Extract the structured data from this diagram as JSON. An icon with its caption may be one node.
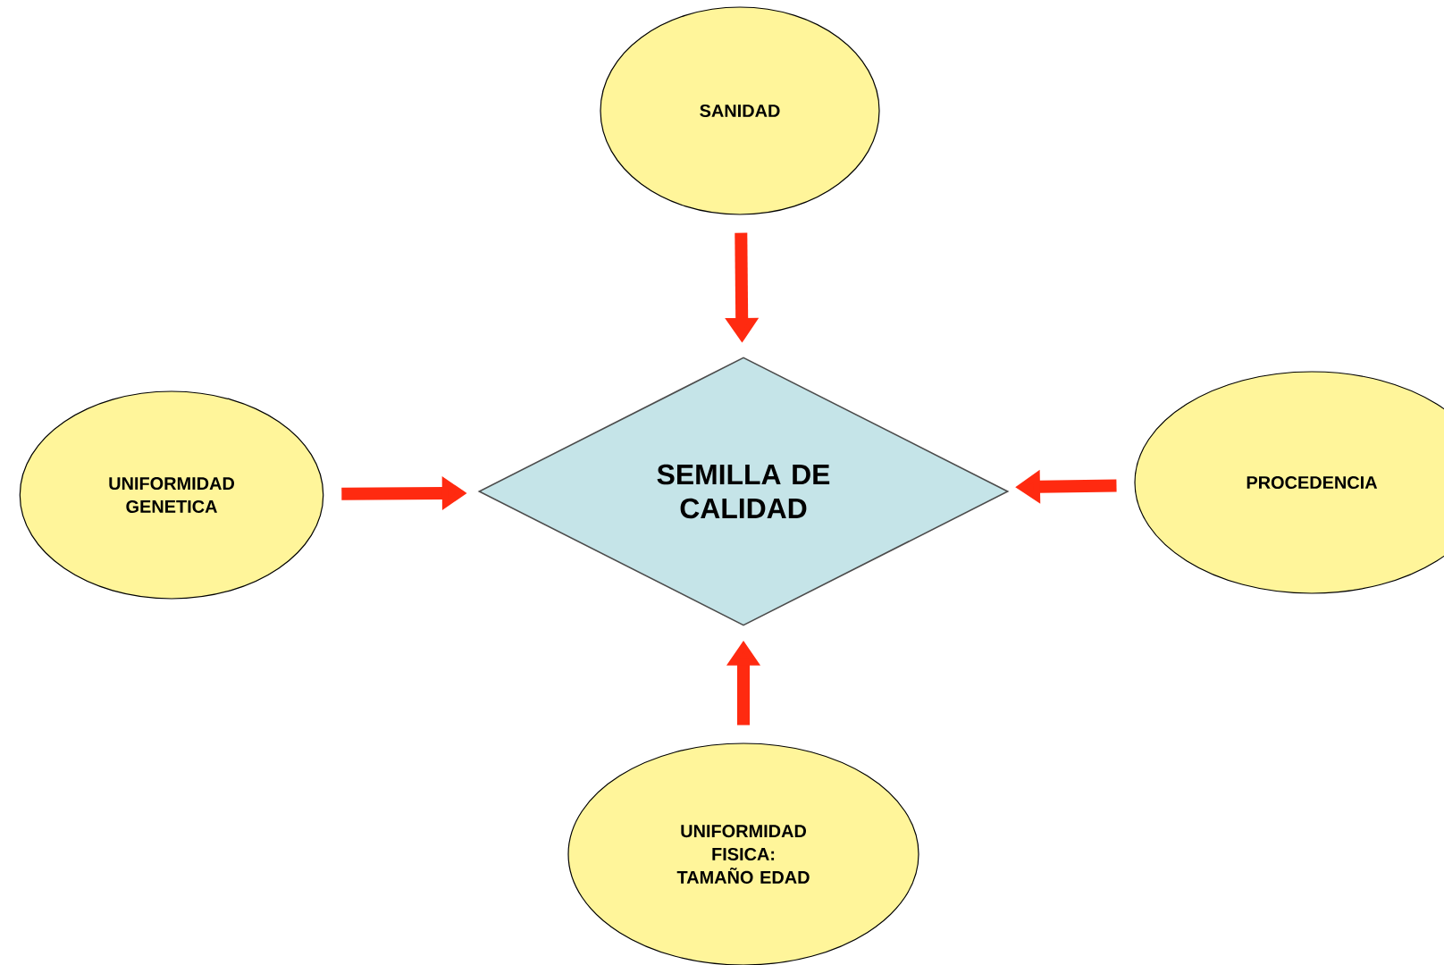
{
  "diagram": {
    "nodes": [
      {
        "text": [
          "SANIDAD"
        ]
      },
      {
        "text": [
          "UNIFORMIDAD GENETICA"
        ]
      },
      {
        "text": [
          "SEMILLA DE CALIDAD"
        ]
      },
      {
        "text": [
          "PROCEDENCIA"
        ]
      },
      {
        "text": [
          "UNIFORMIDAD FISICA: TAMAÑO EDAD"
        ]
      }
    ],
    "edges": [
      {
        "from": 0,
        "to": 2,
        "arrow": "to"
      },
      {
        "from": 1,
        "to": 2,
        "arrow": "to"
      },
      {
        "from": 3,
        "to": 2,
        "arrow": "to"
      },
      {
        "from": 4,
        "to": 2,
        "arrow": "to"
      }
    ]
  }
}
